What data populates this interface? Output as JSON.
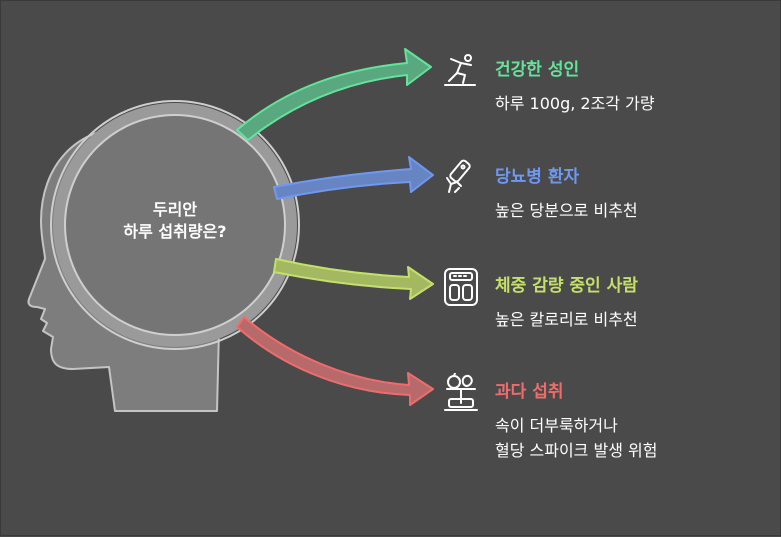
{
  "center": {
    "line1": "두리안",
    "line2": "하루 섭취량은?"
  },
  "items": [
    {
      "title": "건강한 성인",
      "desc": "하루 100g, 2조각 가량",
      "color": "#62e49a",
      "icon": "person-exercising-icon"
    },
    {
      "title": "당뇨병 환자",
      "desc": "높은 당분으로 비추천",
      "color": "#6f98f2",
      "icon": "glucose-meter-icon"
    },
    {
      "title": "체중 감량 중인 사람",
      "desc": "높은 칼로리로 비추천",
      "color": "#c4e06a",
      "icon": "weight-scale-icon"
    },
    {
      "title": "과다 섭취",
      "desc_line1": "속이 더부룩하거나",
      "desc_line2": "혈당 스파이크 발생 위험",
      "color": "#f06c6c",
      "icon": "food-scale-icon"
    }
  ]
}
